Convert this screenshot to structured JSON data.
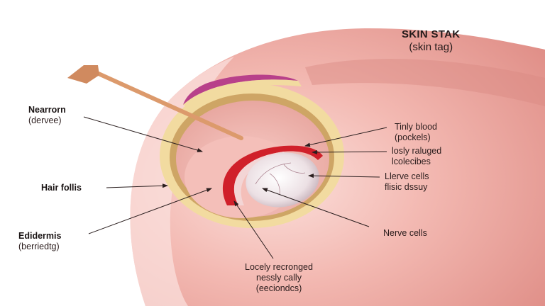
{
  "title": {
    "main": "SKIN STAK",
    "sub": "(skin tag)"
  },
  "labels": {
    "left": [
      {
        "line1": "Nearrorn",
        "line2": "(dervee)"
      },
      {
        "line1": "Hair follis",
        "line2": ""
      },
      {
        "line1": "Edidermis",
        "line2": "(berriedtg)"
      }
    ],
    "right": [
      {
        "line1": "Tinly blood",
        "line2": "(pockels)"
      },
      {
        "line1": "losly raluged",
        "line2": "lcolecibes"
      },
      {
        "line1": "Llerve cells",
        "line2": "flisic dssuy"
      },
      {
        "line1": "Nerve cells",
        "line2": ""
      }
    ],
    "bottom": {
      "line1": "Locely recronged",
      "line2": "nessly cally",
      "line3": "(eeciondcs)"
    }
  },
  "colors": {
    "background": "#ffffff",
    "skin_light": "#f8d3cf",
    "skin_mid": "#eea9a1",
    "skin_dark": "#d97f78",
    "follicle_wall": "#f2dba0",
    "follicle_shadow": "#c89b5a",
    "epidermis_band": "#b8408a",
    "blood_vessel": "#d0202a",
    "core": "#efe7ea",
    "hair_shaft": "#dc9a6c",
    "leader_line": "#2a1e1e"
  }
}
